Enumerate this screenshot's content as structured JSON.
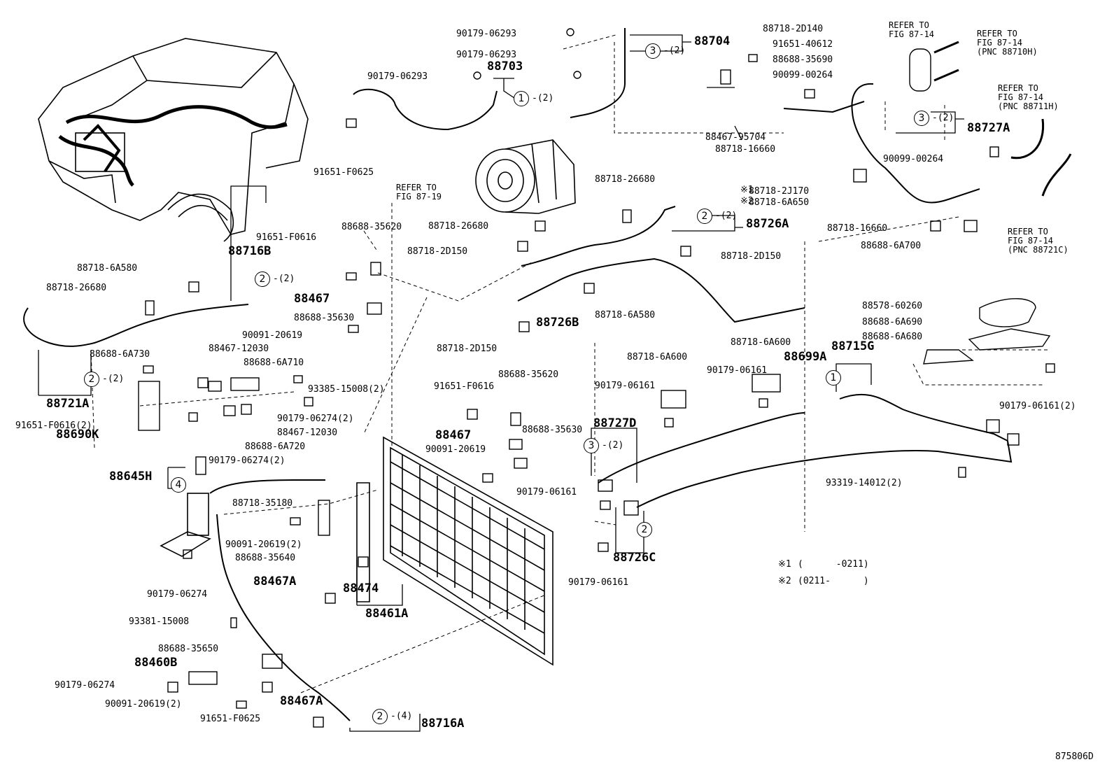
{
  "diagram_id": "875806D",
  "notes": [
    {
      "mark": "※1",
      "text": "(      -0211)"
    },
    {
      "mark": "※2",
      "text": "(0211-      )"
    }
  ],
  "refs": [
    {
      "text": "REFER TO\nFIG 87-19"
    },
    {
      "text": "REFER TO\nFIG 87-14"
    },
    {
      "text": "REFER TO\nFIG 87-14\n(PNC 88710H)"
    },
    {
      "text": "REFER TO\nFIG 87-14\n(PNC 88711H)"
    },
    {
      "text": "REFER TO\nFIG 87-14\n(PNC 88721C)"
    }
  ],
  "assemblies": [
    {
      "pnc": "88704",
      "circle": "3",
      "qty": "-(2)"
    },
    {
      "pnc": "88703",
      "circle": "1",
      "qty": "-(2)"
    },
    {
      "pnc": "88727A",
      "circle": "3",
      "qty": "-(2)"
    },
    {
      "pnc": "88726A",
      "circle": "2",
      "qty": "-(2)"
    },
    {
      "pnc": "88716B",
      "circle": "2",
      "qty": "-(2)"
    },
    {
      "pnc": "88721A",
      "circle": "2",
      "qty": "-(2)"
    },
    {
      "pnc": "88727D",
      "circle": "3",
      "qty": "-(2)"
    },
    {
      "pnc": "88715G",
      "circle": "1",
      "qty": ""
    },
    {
      "pnc": "88726C",
      "circle": "2",
      "qty": ""
    },
    {
      "pnc": "88645H",
      "circle": "4",
      "qty": ""
    },
    {
      "pnc": "88716A",
      "circle": "2",
      "qty": "-(4)"
    }
  ],
  "parts": [
    "90179-06293",
    "90179-06293",
    "90179-06293",
    "91651-F0625",
    "88718-2D140",
    "91651-40612",
    "88688-35690",
    "90099-00264",
    "88467-95704",
    "88718-16660",
    "90099-00264",
    "88718-26680",
    "88718-2J170",
    "88718-6A650",
    "88718-26680",
    "88718-2D150",
    "88718-2D150",
    "88718-16660",
    "88688-6A700",
    "91651-F0616",
    "88688-35620",
    "88467",
    "88718-6A580",
    "88718-26680",
    "88688-35630",
    "90091-20619",
    "88718-6A580",
    "88726B",
    "88718-2D150",
    "88578-60260",
    "88688-6A690",
    "88688-6A680",
    "88718-6A600",
    "88718-6A600",
    "88699A",
    "88688-6A730",
    "88467-12030",
    "88688-6A710",
    "93385-15008(2)",
    "90179-06161",
    "90179-06161",
    "90179-06161(2)",
    "91651-F0616(2)",
    "88690K",
    "90179-06274(2)",
    "88467-12030",
    "88688-6A720",
    "90179-06274(2)",
    "88688-35620",
    "91651-F0616",
    "88467",
    "88688-35630",
    "90091-20619",
    "90179-06161",
    "93319-14012(2)",
    "88718-35180",
    "90091-20619(2)",
    "88688-35640",
    "90179-06274",
    "88467A",
    "88474",
    "88461A",
    "90179-06161",
    "93381-15008",
    "88688-35650",
    "88460B",
    "90179-06274",
    "90091-20619(2)",
    "88467A",
    "91651-F0625"
  ],
  "markers": [
    "※1",
    "※2"
  ]
}
